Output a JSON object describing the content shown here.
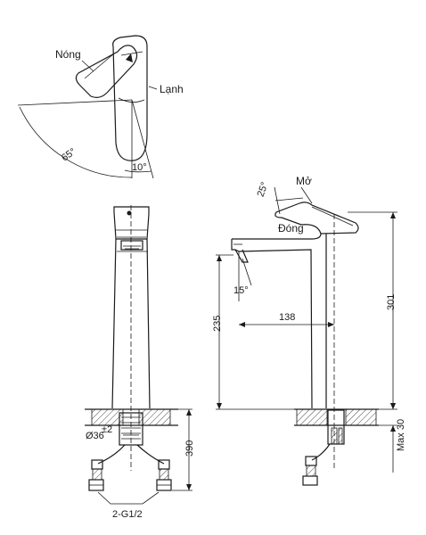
{
  "labels": {
    "hot": "Nóng",
    "cold": "Lạnh",
    "open": "Mở",
    "closed": "Đóng"
  },
  "angles": {
    "rotation": "65°",
    "tilt": "10°",
    "lift": "25°",
    "spout": "15°"
  },
  "dimensions": {
    "spout_reach": "138",
    "spout_height": "235",
    "total_height": "301",
    "hose_length": "390",
    "max_deck": "Max 30",
    "hole_diameter": "Ø36",
    "hole_tolerance": "±2",
    "connection": "2-G1/2"
  }
}
